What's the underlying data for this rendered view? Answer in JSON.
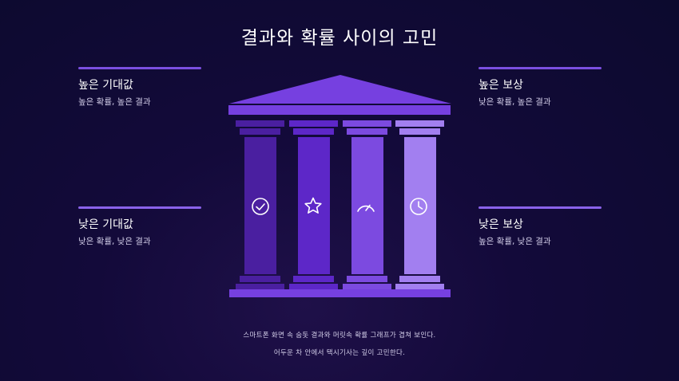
{
  "title": "결과와 확률 사이의 고민",
  "cards": {
    "top_left": {
      "heading": "높은 기대값",
      "sub": "높은 확률, 높은 결과"
    },
    "bottom_left": {
      "heading": "낮은 기대값",
      "sub": "낮은 확률, 낮은 결과"
    },
    "top_right": {
      "heading": "높은 보상",
      "sub": "낮은 확률, 높은 결과"
    },
    "bottom_right": {
      "heading": "낮은 보상",
      "sub": "높은 확률, 낮은 결과"
    }
  },
  "pillars": [
    {
      "icon": "check-circle-icon",
      "color": "#4a1fa0"
    },
    {
      "icon": "star-icon",
      "color": "#5d27c8"
    },
    {
      "icon": "gauge-icon",
      "color": "#7c4ae0"
    },
    {
      "icon": "clock-icon",
      "color": "#a27ff0"
    }
  ],
  "roof_color": "#7640e0",
  "captions": [
    "스마트폰 화면 속 숨돗 결과와 머릿속 확률 그래프가 겹쳐 보인다.",
    "어두운 차 안에서 택시기사는 깊이 고민한다."
  ]
}
